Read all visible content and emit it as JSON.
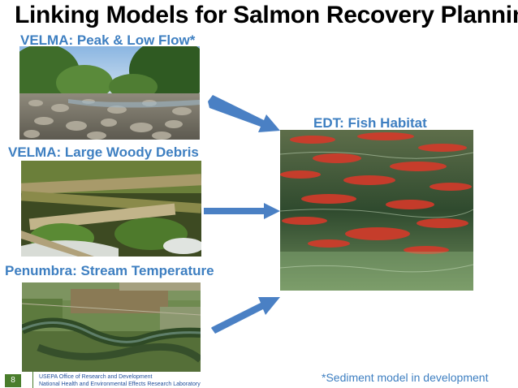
{
  "slide": {
    "title": "Linking Models for Salmon Recovery Planning",
    "labels": {
      "velma_flow": "VELMA: Peak & Low Flow*",
      "velma_debris": "VELMA:  Large Woody Debris",
      "penumbra": "Penumbra: Stream Temperature",
      "edt": "EDT:  Fish Habitat"
    },
    "footer": {
      "page_number": "8",
      "org_line1": "USEPA Office of Research and Development",
      "org_line2": "National Health and Environmental Effects Research Laboratory"
    },
    "note": "*Sediment model in development"
  },
  "colors": {
    "label_blue": "#3e7fc1",
    "arrow_blue": "#4a80c4",
    "footer_green": "#4a7d2c"
  },
  "icons": [
    "arrow-icon"
  ]
}
